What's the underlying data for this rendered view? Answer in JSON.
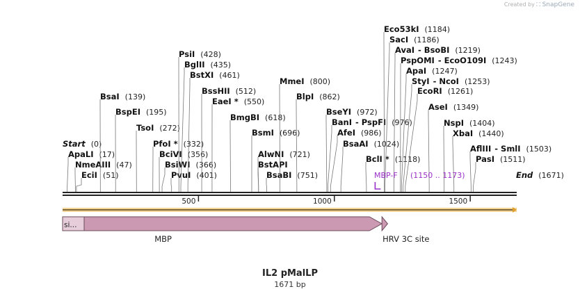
{
  "credit": {
    "prefix": "Created by",
    "brand": "SnapGene"
  },
  "plasmid": {
    "name": "IL2 pMalLP",
    "length_label": "1671 bp",
    "length": 1671
  },
  "ruler": {
    "ticks": [
      500,
      1000,
      1500
    ]
  },
  "sites": [
    {
      "name": "Start",
      "pos": 0,
      "label": "(0)",
      "italic": true
    },
    {
      "name": "ApaLI",
      "pos": 17,
      "label": "(17)"
    },
    {
      "name": "NmeAIII",
      "pos": 47,
      "label": "(47)"
    },
    {
      "name": "EciI",
      "pos": 51,
      "label": "(51)"
    },
    {
      "name": "BsaI",
      "pos": 139,
      "label": "(139)"
    },
    {
      "name": "BspEI",
      "pos": 195,
      "label": "(195)"
    },
    {
      "name": "TsoI",
      "pos": 272,
      "label": "(272)"
    },
    {
      "name": "PfoI *",
      "pos": 332,
      "label": "(332)"
    },
    {
      "name": "BciVI",
      "pos": 356,
      "label": "(356)"
    },
    {
      "name": "BsiWI",
      "pos": 366,
      "label": "(366)"
    },
    {
      "name": "PvuI",
      "pos": 401,
      "label": "(401)"
    },
    {
      "name": "PsiI",
      "pos": 428,
      "label": "(428)"
    },
    {
      "name": "BglII",
      "pos": 435,
      "label": "(435)"
    },
    {
      "name": "BstXI",
      "pos": 461,
      "label": "(461)"
    },
    {
      "name": "BssHII",
      "pos": 512,
      "label": "(512)"
    },
    {
      "name": "EaeI *",
      "pos": 550,
      "label": "(550)"
    },
    {
      "name": "BmgBI",
      "pos": 618,
      "label": "(618)"
    },
    {
      "name": "BsmI",
      "pos": 696,
      "label": "(696)"
    },
    {
      "name": "AlwNI",
      "pos": 721,
      "label": "(721)"
    },
    {
      "name": "BstAPI",
      "pos": 721,
      "label": ""
    },
    {
      "name": "BsaBI",
      "pos": 751,
      "label": "(751)"
    },
    {
      "name": "MmeI",
      "pos": 800,
      "label": "(800)"
    },
    {
      "name": "BlpI",
      "pos": 862,
      "label": "(862)"
    },
    {
      "name": "BseYI",
      "pos": 972,
      "label": "(972)"
    },
    {
      "name": "BanI",
      "name2": "PspFI",
      "pos": 976,
      "label": "(976)"
    },
    {
      "name": "AfeI",
      "pos": 986,
      "label": "(986)"
    },
    {
      "name": "BsaAI",
      "pos": 1024,
      "label": "(1024)"
    },
    {
      "name": "BclI *",
      "pos": 1118,
      "label": "(1118)"
    },
    {
      "name": "Eco53kI",
      "pos": 1184,
      "label": "(1184)"
    },
    {
      "name": "SacI",
      "pos": 1186,
      "label": "(1186)"
    },
    {
      "name": "AvaI",
      "name2": "BsoBI",
      "pos": 1219,
      "label": "(1219)"
    },
    {
      "name": "PspOMI",
      "name2": "EcoO109I",
      "pos": 1243,
      "label": "(1243)"
    },
    {
      "name": "ApaI",
      "pos": 1247,
      "label": "(1247)"
    },
    {
      "name": "StyI",
      "name2": "NcoI",
      "pos": 1253,
      "label": "(1253)"
    },
    {
      "name": "EcoRI",
      "pos": 1261,
      "label": "(1261)"
    },
    {
      "name": "AseI",
      "pos": 1349,
      "label": "(1349)"
    },
    {
      "name": "NspI",
      "pos": 1404,
      "label": "(1404)"
    },
    {
      "name": "XbaI",
      "pos": 1440,
      "label": "(1440)"
    },
    {
      "name": "AflIII",
      "name2": "SmlI",
      "pos": 1503,
      "label": "(1503)"
    },
    {
      "name": "PasI",
      "pos": 1511,
      "label": "(1511)"
    },
    {
      "name": "End",
      "pos": 1671,
      "label": "(1671)",
      "italic": true
    }
  ],
  "primer": {
    "name": "MBP-F",
    "range_label": "(1150 .. 1173)",
    "start": 1150,
    "end": 1173,
    "color": "#9b30c8"
  },
  "features": [
    {
      "name": "MBP",
      "start": 0,
      "end": 1175,
      "color": "#cc99b2",
      "sub_label": "si..."
    },
    {
      "name": "HRV 3C site",
      "start": 1175,
      "end": 1196,
      "color": "#cc99b2"
    }
  ],
  "colors": {
    "sequence_highlight": "#f5d49a",
    "sequence_line": "#e0a030"
  }
}
